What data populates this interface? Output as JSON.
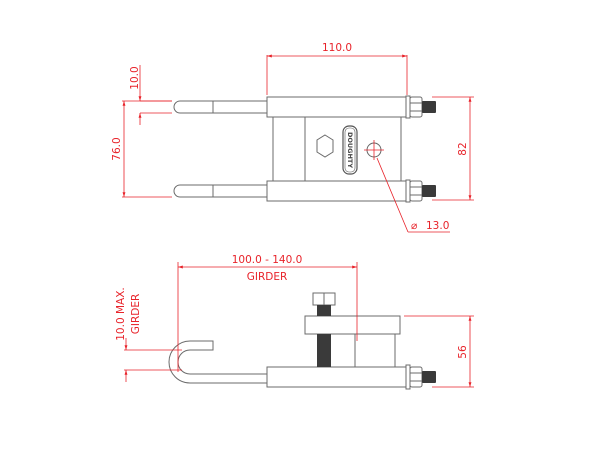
{
  "drawing": {
    "title": "Doughty girder clamp dimensional drawing",
    "brand_label": "DOUGHTY",
    "colors": {
      "dimension": "#e8232a",
      "outline": "#6b6b6b",
      "thread": "#3a3a3a",
      "background": "#ffffff"
    }
  },
  "top_view": {
    "dimensions": {
      "overall_width": "110.0",
      "rod_diameter": "10.0",
      "rod_spacing": "76.0",
      "overall_height": "82",
      "hole_diameter": "13.0"
    },
    "hole_symbol": "⌀"
  },
  "side_view": {
    "dimensions": {
      "girder_range": "100.0 - 140.0",
      "girder_range_label": "GIRDER",
      "flange_thickness": "10.0 MAX.",
      "flange_thickness_label": "GIRDER",
      "overall_height": "56"
    }
  }
}
